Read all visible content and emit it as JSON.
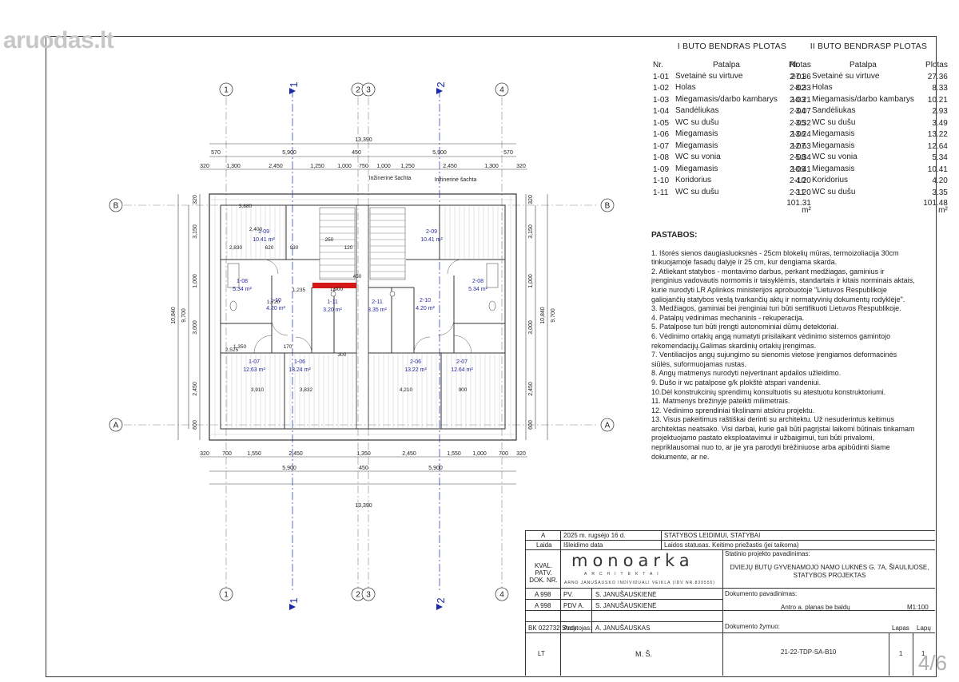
{
  "watermark": {
    "brand": "aruodas",
    "suffix": ".lt"
  },
  "pager": "4/6",
  "table1": {
    "title": "I BUTO BENDRAS PLOTAS",
    "headers": [
      "Nr.",
      "Patalpa",
      "Plotas"
    ],
    "rows": [
      [
        "1-01",
        "Svetainė su virtuve",
        "27.36"
      ],
      [
        "1-02",
        "Holas",
        "8.33"
      ],
      [
        "1-03",
        "Miegamasis/darbo kambarys",
        "10.21"
      ],
      [
        "1-04",
        "Sandėliukas",
        "3.07"
      ],
      [
        "1-05",
        "WC su dušu",
        "3.32"
      ],
      [
        "1-06",
        "Miegamasis",
        "13.24"
      ],
      [
        "1-07",
        "Miegamasis",
        "12.63"
      ],
      [
        "1-08",
        "WC su vonia",
        "5.34"
      ],
      [
        "1-09",
        "Miegamasis",
        "10.41"
      ],
      [
        "1-10",
        "Koridorius",
        "4.20"
      ],
      [
        "1-11",
        "WC su dušu",
        "3.20"
      ]
    ],
    "total": "101.31",
    "unit": "m²"
  },
  "table2": {
    "title": "II BUTO BENDRASP PLOTAS",
    "headers": [
      "Nr.",
      "Patalpa",
      "Plotas"
    ],
    "rows": [
      [
        "2-01",
        "Svetainė su virtuve",
        "27.36"
      ],
      [
        "2-02",
        "Holas",
        "8.33"
      ],
      [
        "2-03",
        "Miegamasis/darbo kambarys",
        "10.21"
      ],
      [
        "2-04",
        "Sandėliukas",
        "2.93"
      ],
      [
        "2-05",
        "WC su dušu",
        "3.49"
      ],
      [
        "2-06",
        "Miegamasis",
        "13.22"
      ],
      [
        "2-07",
        "Miegamasis",
        "12.64"
      ],
      [
        "2-08",
        "WC su vonia",
        "5.34"
      ],
      [
        "2-09",
        "Miegamasis",
        "10.41"
      ],
      [
        "2-10",
        "Koridorius",
        "4.20"
      ],
      [
        "2-11",
        "WC su dušu",
        "3.35"
      ]
    ],
    "total": "101.48",
    "unit": "m²"
  },
  "notes": {
    "heading": "PASTABOS:",
    "items": [
      "1. Išorės sienos daugiasluoksnės - 25cm blokelių mūras, termoizoliacija 30cm tinkuojamoje fasadų dalyje ir 25 cm, kur dengiama skarda.",
      "2. Atliekant statybos - montavimo darbus, perkant medžiagas, gaminius ir įrenginius vadovautis normomis ir taisyklėmis, standartais ir kitais norminais aktais, kurie nurodyti LR Aplinkos ministerijos aprobuotoje \"Lietuvos Respublikoje galiojančių statybos veslą tvarkančių aktų ir normatyvinių dokumentų rodyklėje\".",
      "3. Medžiagos, gaminiai bei įrenginiai turi būti sertifikuoti Lietuvos Respublikoje.",
      "4. Patalpų vėdinimas mechaninis - rekuperacija.",
      "5. Patalpose turi būti įrengti autonominiai dūmų detektoriai.",
      "6. Vėdinimo ortakių angą numatyti prisilaikant vėdinimo sistemos gamintojo rekomendacijų.Galimas skardinių ortakių įrengimas.",
      "7. Ventiliacijos angų sujungimo su sienomis vietose įrengiamos deformacinės siūlės, suformuojamas rustas.",
      "8. Angų matmenys nurodyti neįvertinant apdailos užleidimo.",
      "9. Dušo ir wc patalpose g/k plokštė atspari vandeniui.",
      "10.Dėl konstrukcinių sprendimų konsultuotis su atestuotu konstruktoriumi.",
      "11. Matmenys brėžinyje pateikti milimetrais.",
      "12. Vėdinimo sprendiniai tikslinami atskiru projektu.",
      "13. Visus pakeitimus raštiškai derinti su architektu. Už nesuderintus keitimus architektas neatsako. Visi darbai, kurie gali būti pagrįstai laikomi būtinais tinkamam projektuojamo pastato eksploatavimui ir užbaigimui, turi būti privalomi, nepriklausomai nuo to, ar jie yra parodyti brėžiniuose arba apibūdinti šiame dokumente, ar ne."
    ]
  },
  "plan": {
    "axes_top": [
      "1",
      "2",
      "3",
      "4"
    ],
    "sections": [
      "1",
      "2"
    ],
    "axes_side": [
      "B",
      "A"
    ],
    "overall": "13,390",
    "dim_top_row1": [
      "570",
      "5,900",
      "450",
      "5,900",
      "570"
    ],
    "dim_top_row2": [
      "320",
      "1,300",
      "2,450",
      "1,250",
      "1,000",
      "750",
      "1,000",
      "1,250",
      "2,450",
      "1,300",
      "320"
    ],
    "dim_bot_row1": [
      "320",
      "700",
      "1,550",
      "2,450",
      "1,350",
      "2,450",
      "1,550",
      "1,000",
      "700",
      "320"
    ],
    "dim_bot_row2": [
      "5,900",
      "450",
      "5,900"
    ],
    "dim_left": [
      "320",
      "3,150",
      "1,000",
      "3,000",
      "2,450",
      "600"
    ],
    "dim_left_total": [
      "10,840",
      "9,700"
    ],
    "shaft_label": "Inžinerinė šachta",
    "rooms": [
      {
        "id": "1-09",
        "area": "10.41 m²"
      },
      {
        "id": "1-08",
        "area": "5.34 m²"
      },
      {
        "id": "1-10",
        "area": "4.20 m²"
      },
      {
        "id": "1-11",
        "area": "3.20 m²"
      },
      {
        "id": "1-07",
        "area": "12.63 m²"
      },
      {
        "id": "1-06",
        "area": "13.24 m²"
      },
      {
        "id": "2-09",
        "area": "10.41 m²"
      },
      {
        "id": "2-08",
        "area": "5.34 m²"
      },
      {
        "id": "2-10",
        "area": "4.20 m²"
      },
      {
        "id": "2-11",
        "area": "3.35 m²"
      },
      {
        "id": "2-06",
        "area": "13.22 m²"
      },
      {
        "id": "2-07",
        "area": "12.64 m²"
      }
    ],
    "inner_dims": [
      "3,880",
      "2,400",
      "2,830",
      "1,235",
      "1,900",
      "1,720",
      "2,525",
      "3,910",
      "3,832",
      "4,210",
      "900",
      "620",
      "930",
      "120",
      "1,350",
      "250",
      "170",
      "300",
      "450"
    ]
  },
  "titleblock": {
    "rev_letter": "A",
    "rev_date": "2025 m. rugsėjo 16 d.",
    "rev_desc": "STATYBOS LEIDIMUI, STATYBAI",
    "col_laida": "Laida",
    "col_isleidimo": "Išleidimo data",
    "col_statusas": "Laidos statusas. Keitimo priežastis (jei taikoma)",
    "kval": "KVAL. PATV. DOK. NR.",
    "logo": "monoarka",
    "logo_sub": "ARCHITEKTAI",
    "logo_line": "ARNO JANUŠAUSKO INDIVIDUALI VEIKLA (IDV NR.839555)",
    "proj_label": "Statinio projekto pavadinimas:",
    "proj_name": "DVIEJŲ BUTŲ GYVENAMOJO NAMO LUKNĖS G. 7A, ŠIAULIUOSE, STATYBOS PROJEKTAS",
    "staff": [
      [
        "A 998",
        "PV.",
        "S. JANUŠAUSKIENĖ"
      ],
      [
        "A 998",
        "PDV A.",
        "S. JANUŠAUSKIENĖ"
      ],
      [
        "BK 022732",
        "Arch.",
        "A. JANUŠAUSKAS"
      ]
    ],
    "doc_label": "Dokumento pavadinimas:",
    "doc_name": "Antro a. planas be baldų",
    "scale": "M1:100",
    "docnum_label": "Dokumento žymuo:",
    "docnum": "21-22-TDP-SA-B10",
    "lapas_label": "Lapas",
    "lapu_label": "Lapų",
    "lapas": "1",
    "lapu": "1",
    "statytojas_label": "Statytojas:",
    "statytojas": "M. Š.",
    "country": "LT"
  }
}
